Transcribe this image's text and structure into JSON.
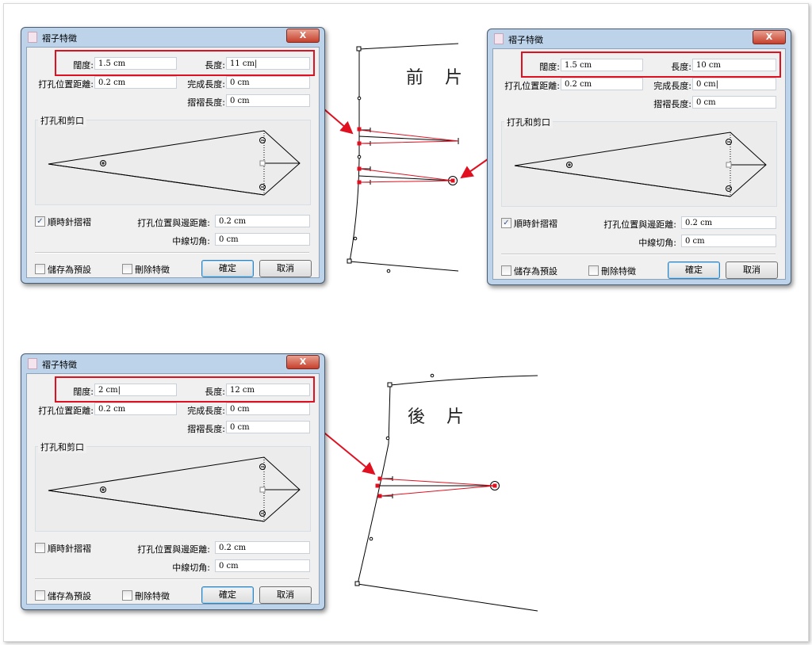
{
  "dialogs": [
    {
      "title": "褶子特徵",
      "width_label": "闊度:",
      "width_value": "1.5 cm",
      "length_label": "長度:",
      "length_value": "11 cm|",
      "hole_dist_label": "打孔位置距離:",
      "hole_dist_value": "0.2 cm",
      "finish_len_label": "完成長度:",
      "finish_len_value": "0 cm",
      "fold_len_label": "摺褶長度:",
      "fold_len_value": "0 cm",
      "group_label": "打孔和剪口",
      "clockwise_label": "順時針摺褶",
      "clockwise_checked": true,
      "edge_dist_label": "打孔位置與邊距離:",
      "edge_dist_value": "0.2 cm",
      "center_cut_label": "中線切角:",
      "center_cut_value": "0 cm",
      "save_default_label": "儲存為預設",
      "delete_label": "刪除特徵",
      "ok_label": "確定",
      "cancel_label": "取消",
      "close_label": "X"
    },
    {
      "title": "褶子特徵",
      "width_label": "闊度:",
      "width_value": "1.5 cm",
      "length_label": "長度:",
      "length_value": "10 cm",
      "hole_dist_label": "打孔位置距離:",
      "hole_dist_value": "0.2 cm",
      "finish_len_label": "完成長度:",
      "finish_len_value": "0 cm|",
      "fold_len_label": "摺褶長度:",
      "fold_len_value": "0 cm",
      "group_label": "打孔和剪口",
      "clockwise_label": "順時針摺褶",
      "clockwise_checked": true,
      "edge_dist_label": "打孔位置與邊距離:",
      "edge_dist_value": "0.2 cm",
      "center_cut_label": "中線切角:",
      "center_cut_value": "0 cm",
      "save_default_label": "儲存為預設",
      "delete_label": "刪除特徵",
      "ok_label": "確定",
      "cancel_label": "取消",
      "close_label": "X"
    },
    {
      "title": "褶子特徵",
      "width_label": "闊度:",
      "width_value": "2 cm|",
      "length_label": "長度:",
      "length_value": "12 cm",
      "hole_dist_label": "打孔位置距離:",
      "hole_dist_value": "0.2 cm",
      "finish_len_label": "完成長度:",
      "finish_len_value": "0 cm",
      "fold_len_label": "摺褶長度:",
      "fold_len_value": "0 cm",
      "group_label": "打孔和剪口",
      "clockwise_label": "順時針摺褶",
      "clockwise_checked": false,
      "edge_dist_label": "打孔位置與邊距離:",
      "edge_dist_value": "0.2 cm",
      "center_cut_label": "中線切角:",
      "center_cut_value": "0 cm",
      "save_default_label": "儲存為預設",
      "delete_label": "刪除特徵",
      "ok_label": "確定",
      "cancel_label": "取消",
      "close_label": "X"
    }
  ],
  "pieces": {
    "front_label": "前 片",
    "back_label": "後 片"
  },
  "colors": {
    "highlight": "#e01020",
    "dart": "#e01020"
  }
}
